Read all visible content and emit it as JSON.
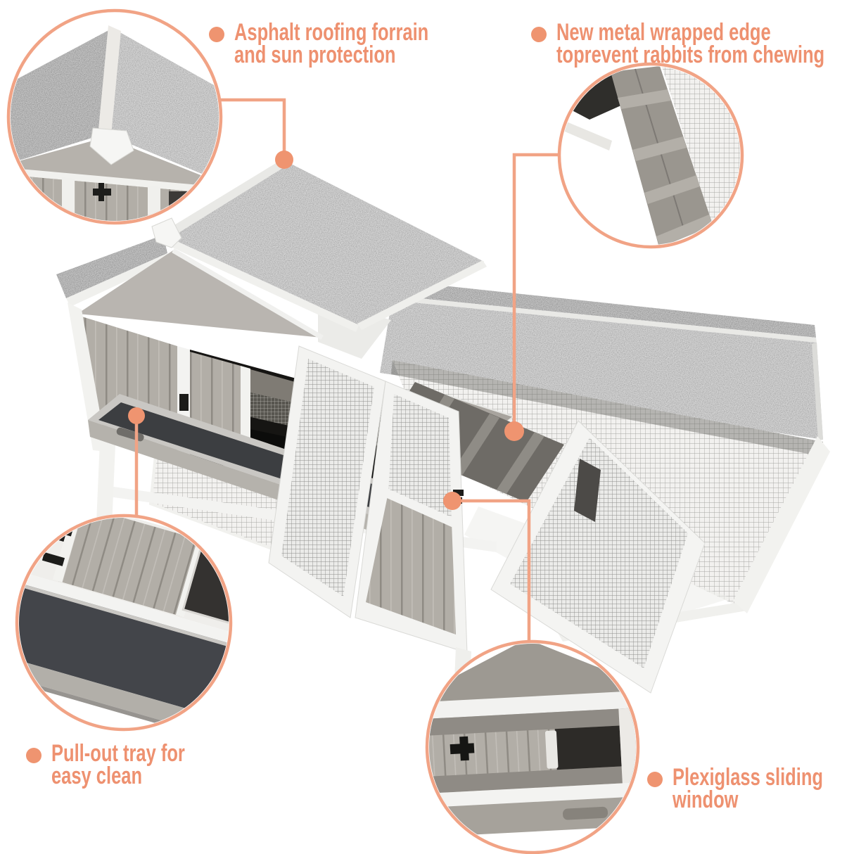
{
  "annotations": [
    {
      "id": "asphalt-roofing",
      "lines": [
        "Asphalt roofing forrain",
        "and sun protection"
      ]
    },
    {
      "id": "metal-edge",
      "lines": [
        "New metal wrapped edge",
        "toprevent rabbits from chewing"
      ]
    },
    {
      "id": "pull-out-tray",
      "lines": [
        "Pull-out tray for",
        "easy clean"
      ]
    },
    {
      "id": "plexiglass-window",
      "lines": [
        "Plexiglass sliding",
        "window"
      ]
    }
  ],
  "figures": {
    "main": "rabbit-hutch-product-photo",
    "closeups": [
      "roof-apex-closeup",
      "ramp-metal-edge-closeup",
      "pull-out-tray-closeup",
      "plexiglass-window-closeup"
    ]
  },
  "colors": {
    "accent_text": "#ee9170",
    "accent_shape": "#f1a385",
    "accent_dot": "#ef9470",
    "asphalt": "#8a8a88",
    "wood_gray": "#b2aea7",
    "frame_white": "#f3f3f1",
    "tray_dark": "#3e4043",
    "background": "#ffffff"
  }
}
